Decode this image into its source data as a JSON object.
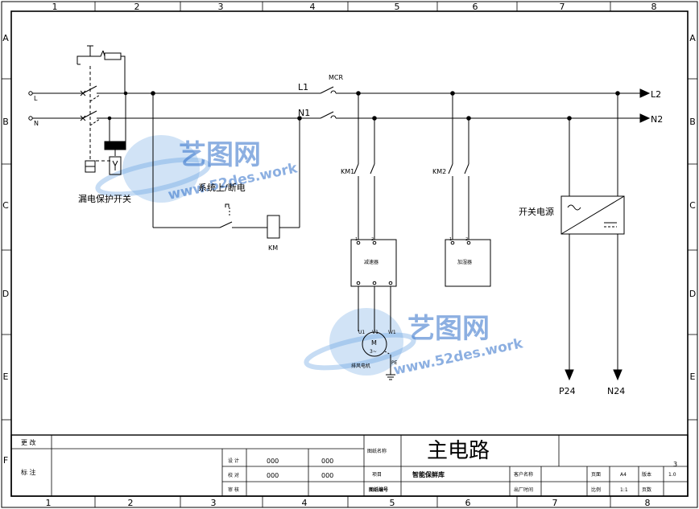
{
  "columns": [
    "1",
    "2",
    "3",
    "4",
    "5",
    "6",
    "7",
    "8"
  ],
  "rows": [
    "A",
    "B",
    "C",
    "D",
    "E",
    "F"
  ],
  "circuit": {
    "L": "L",
    "N": "N",
    "L1": "L1",
    "N1": "N1",
    "MCR": "MCR",
    "L2": "L2",
    "N2": "N2",
    "rcd_label": "漏电保护开关",
    "sys_label": "系统上/断电",
    "KM": "KM",
    "KM1": "KM1",
    "KM2": "KM2",
    "reducer": "减速器",
    "humidifier": "加湿器",
    "psu_label": "开关电源",
    "U": "U1",
    "V": "V1",
    "W": "W1",
    "motor_M": "M",
    "motor_phase": "3~",
    "motor_name": "排风电机",
    "PE": "PE",
    "P24": "P24",
    "N24": "N24"
  },
  "watermark": {
    "brand": "艺图网",
    "url": "www.52des.work"
  },
  "title_block": {
    "change": "更 改",
    "mark": "标 注",
    "design": "设 计",
    "check": "校 对",
    "review": "审 核",
    "v1": "000",
    "v2": "000",
    "v3": "000",
    "v4": "000",
    "drawing_name_label": "图纸名称",
    "drawing_name": "主电路",
    "project_label": "项目",
    "project": "智能保鲜库",
    "drawing_no_label": "图纸编号",
    "customer_label": "客户名称",
    "date_label": "出厂时间",
    "page_label": "页面",
    "page_size": "A4",
    "version_label": "版本",
    "version": "1.0",
    "ratio_label": "比例",
    "ratio": "1:1",
    "pages_label": "页数",
    "sheet_no": "3"
  }
}
